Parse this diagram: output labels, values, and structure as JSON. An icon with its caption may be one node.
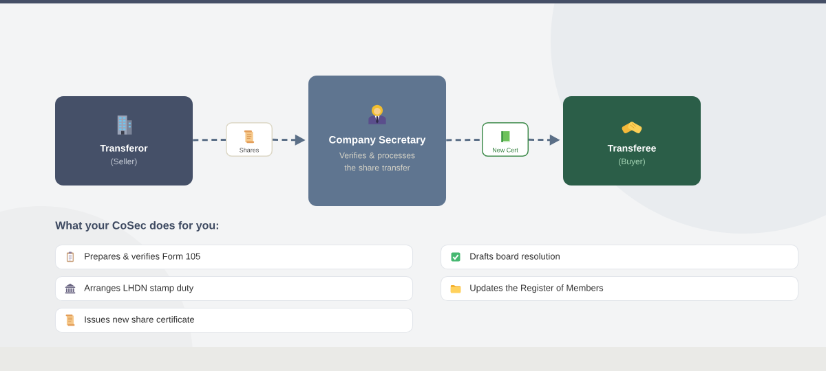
{
  "diagram": {
    "nodes": [
      {
        "text": [
          "Transferor",
          "(Seller)"
        ]
      },
      {
        "text": [
          "Shares"
        ]
      },
      {
        "text": [
          "Company Secretary",
          "Verifies & processes the share transfer"
        ]
      },
      {
        "text": [
          "New Cert"
        ]
      },
      {
        "text": [
          "Transferee",
          "(Buyer)"
        ]
      },
      {
        "text": [
          "Prepares & verifies Form 105"
        ]
      },
      {
        "text": [
          "Drafts board resolution"
        ]
      },
      {
        "text": [
          "Arranges LHDN stamp duty"
        ]
      },
      {
        "text": [
          "Updates the Register of Members"
        ]
      },
      {
        "text": [
          "Issues new share certificate"
        ]
      }
    ],
    "edges": [
      {
        "from": 0,
        "to": 1,
        "arrow": "none",
        "style": "dashed"
      },
      {
        "from": 1,
        "to": 2,
        "arrow": "to",
        "style": "dashed"
      },
      {
        "from": 2,
        "to": 3,
        "arrow": "none",
        "style": "dashed"
      },
      {
        "from": 3,
        "to": 4,
        "arrow": "to",
        "style": "dashed"
      }
    ],
    "labels": [
      "What your CoSec does for you:"
    ]
  }
}
